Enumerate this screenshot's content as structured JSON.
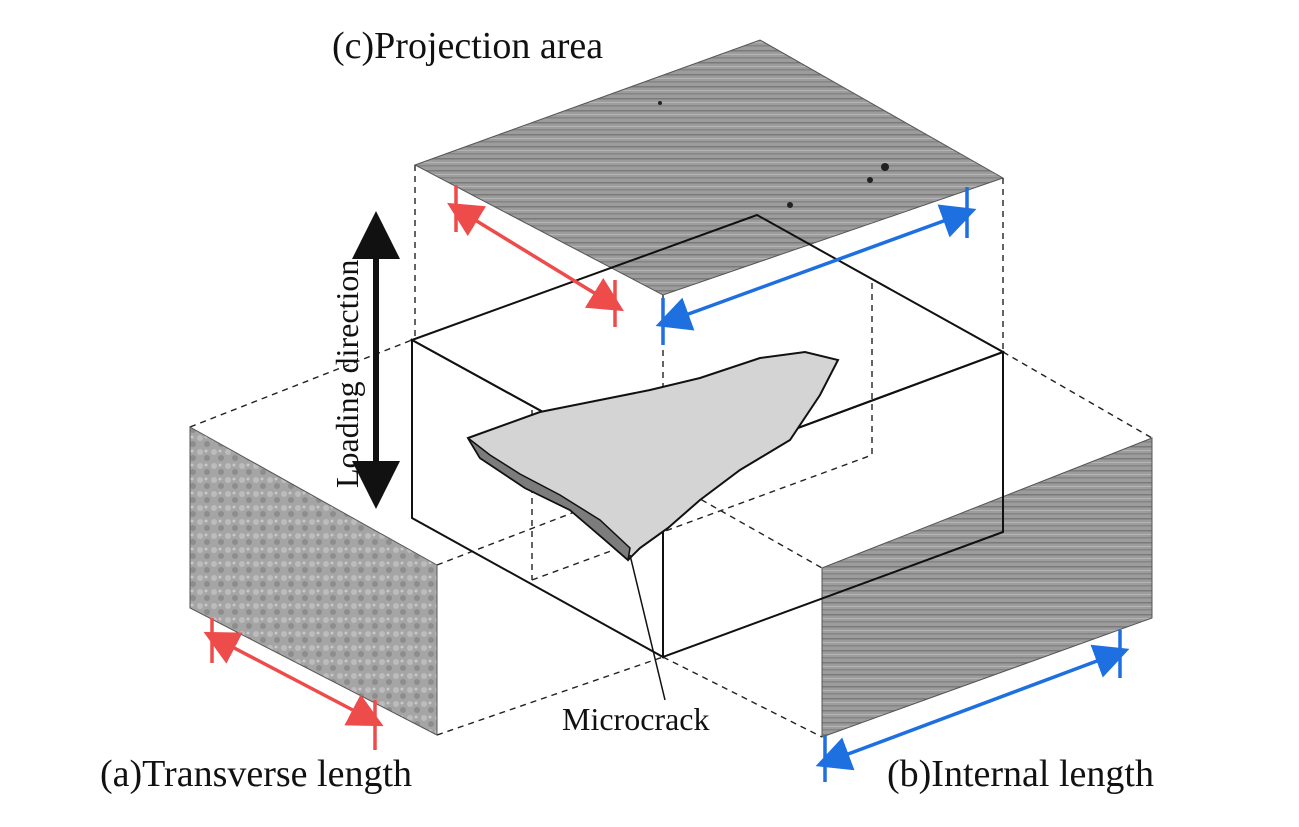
{
  "labels": {
    "projection": "(c)Projection area",
    "transverse": "(a)Transverse length",
    "internal": "(b)Internal length",
    "microcrack": "Microcrack",
    "loading": "Loading direction"
  },
  "colors": {
    "transverse_marker": "#ee4b4b",
    "internal_marker": "#1e6fe0",
    "crack_fill": "#d4d4d4",
    "panel_gray": "#9a9a9a"
  }
}
